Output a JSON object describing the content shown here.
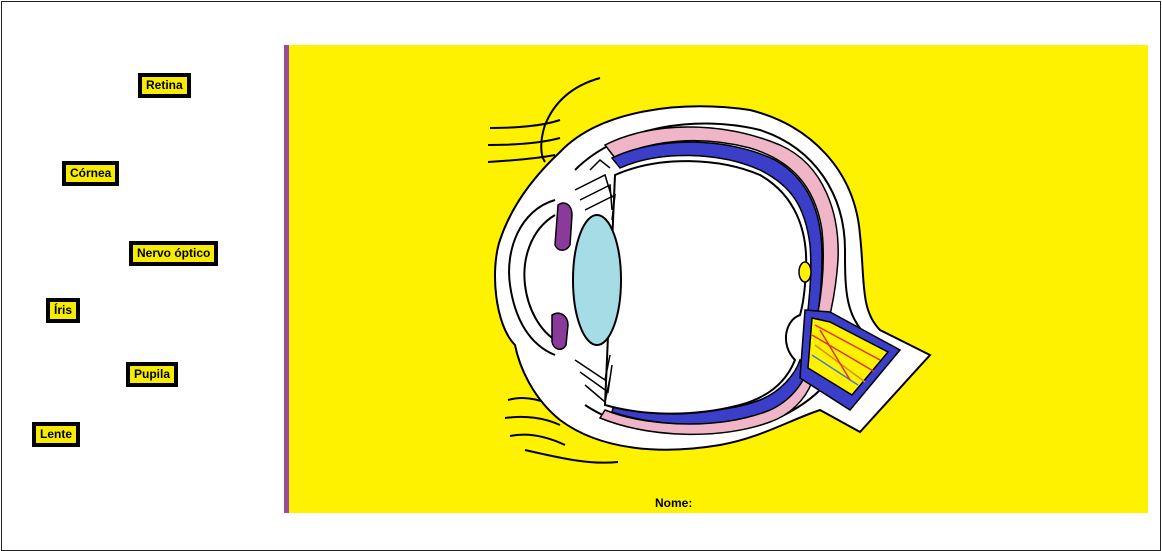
{
  "labels": {
    "retina": "Retina",
    "cornea": "Córnea",
    "optic_nerve": "Nervo óptico",
    "iris": "Íris",
    "pupil": "Pupila",
    "lens": "Lente"
  },
  "board": {
    "name_label": "Nome:"
  },
  "colors": {
    "board_background": "#fff200",
    "label_background": "#f7ec00",
    "board_stripe": "#9b4b9b",
    "choroid_blue": "#3a3ec8",
    "retina_pink": "#f0b6c8",
    "lens_cyan": "#a6dce6",
    "iris_purple": "#8a3a9a"
  }
}
